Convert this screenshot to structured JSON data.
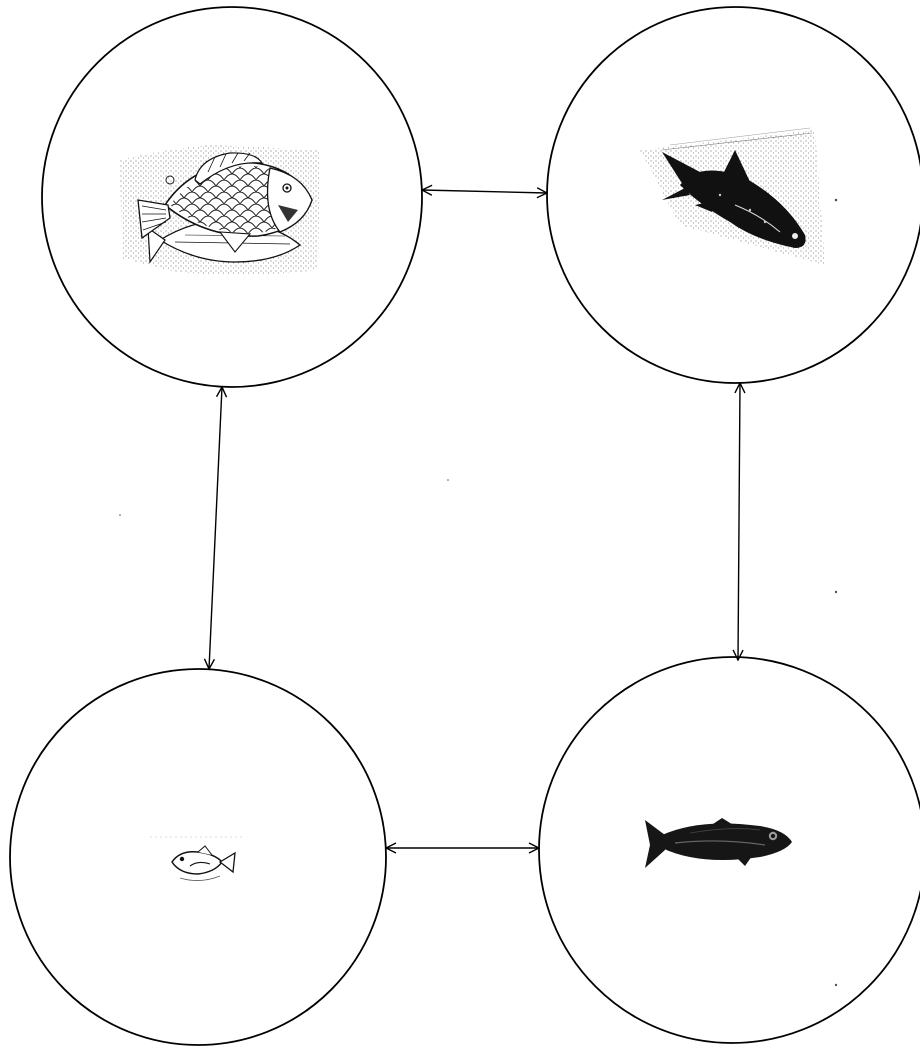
{
  "diagram": {
    "kind": "cycle",
    "background": "#ffffff",
    "stroke_color": "#000000",
    "nodes": [
      {
        "id": "node-top-left",
        "icon": "scaly-fish-drawing-icon",
        "style": "line drawing on stippled ground"
      },
      {
        "id": "node-top-right",
        "icon": "dark-fish-silhouette-icon",
        "style": "dark fish on stippled ground"
      },
      {
        "id": "node-bottom-left",
        "icon": "small-fish-sketch-icon",
        "style": "small outline fish"
      },
      {
        "id": "node-bottom-right",
        "icon": "dark-minnow-icon",
        "style": "dark elongated fish"
      }
    ],
    "edges": [
      {
        "from": "node-top-left",
        "to": "node-top-right",
        "type": "bidirectional"
      },
      {
        "from": "node-top-right",
        "to": "node-bottom-right",
        "type": "bidirectional"
      },
      {
        "from": "node-bottom-right",
        "to": "node-bottom-left",
        "type": "bidirectional"
      },
      {
        "from": "node-bottom-left",
        "to": "node-top-left",
        "type": "bidirectional"
      }
    ]
  }
}
